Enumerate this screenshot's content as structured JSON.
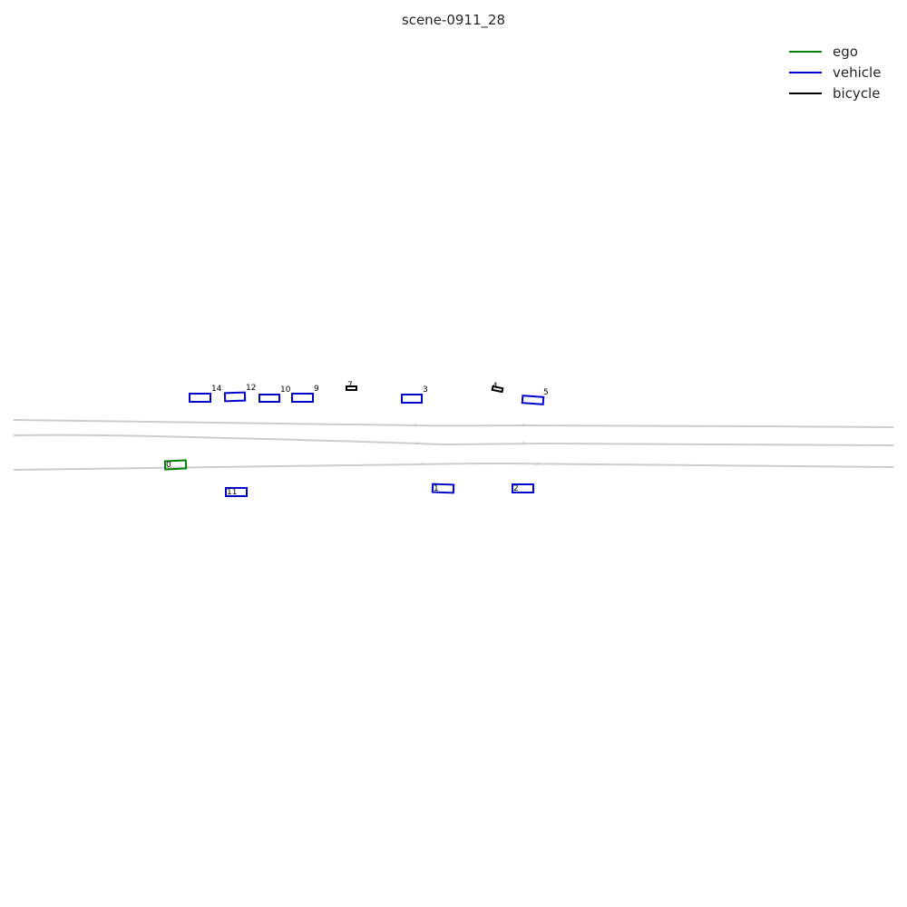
{
  "title": "scene-0911_28",
  "legend": [
    {
      "label": "ego",
      "color": "#008000"
    },
    {
      "label": "vehicle",
      "color": "#0000cc"
    },
    {
      "label": "bicycle",
      "color": "#000000"
    }
  ],
  "agent_labels": {
    "a0": "0",
    "a1": "1",
    "a2": "2",
    "a3": "3",
    "a4": "4",
    "a5": "5",
    "a7": "7",
    "a9": "9",
    "a10": "10",
    "a11": "11",
    "a12": "12",
    "a14": "14"
  }
}
